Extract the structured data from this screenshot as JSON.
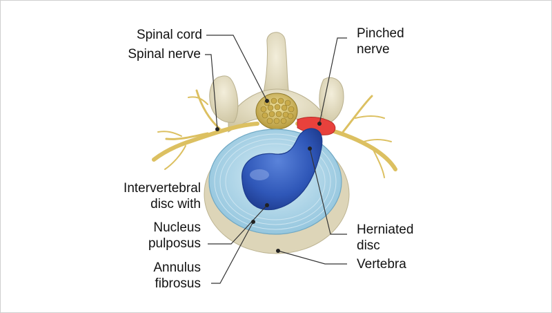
{
  "labels": {
    "spinal_cord": "Spinal cord",
    "spinal_nerve": "Spinal nerve",
    "pinched_nerve": [
      "Pinched",
      "nerve"
    ],
    "intervertebral_disc": [
      "Intervertebral",
      "disc with"
    ],
    "nucleus_pulposus": [
      "Nucleus",
      "pulposus"
    ],
    "annulus_fibrosus": [
      "Annulus",
      "fibrosus"
    ],
    "herniated_disc": [
      "Herniated",
      "disc"
    ],
    "vertebra": "Vertebra"
  },
  "colors": {
    "bone": "#e6e0c6",
    "bone_shadow": "#c9c1a0",
    "nerve": "#e0c56a",
    "pinched": "#e8413c",
    "annulus": "#a8d2e6",
    "nucleus": "#2f57b8",
    "leader": "#333333"
  }
}
